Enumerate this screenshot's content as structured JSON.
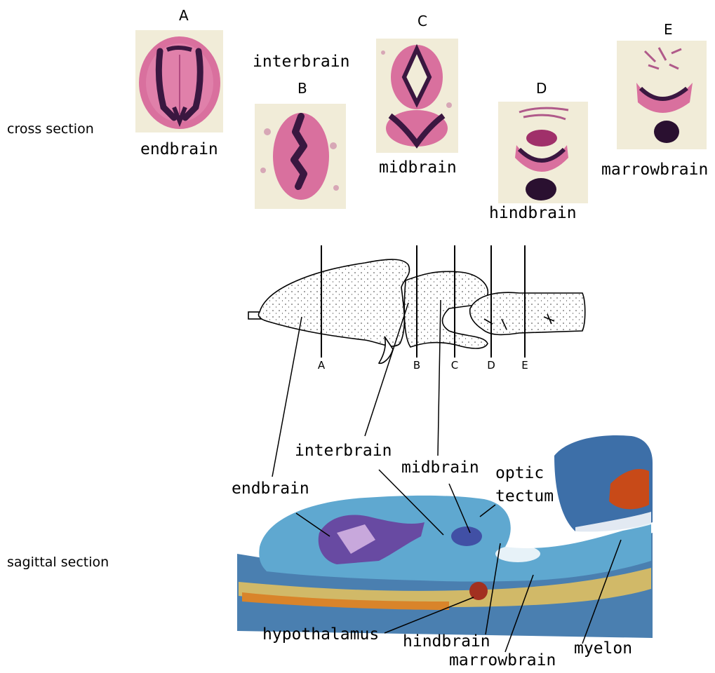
{
  "rows": {
    "cross": "cross section",
    "sagittal": "sagittal section"
  },
  "cross_sections": [
    {
      "letter": "A",
      "region": "endbrain"
    },
    {
      "letter": "B",
      "region": "interbrain"
    },
    {
      "letter": "C",
      "region": "midbrain"
    },
    {
      "letter": "D",
      "region": "hindbrain"
    },
    {
      "letter": "E",
      "region": "marrowbrain"
    }
  ],
  "cut_letters": [
    "A",
    "B",
    "C",
    "D",
    "E"
  ],
  "sagittal_labels": {
    "endbrain": "endbrain",
    "interbrain": "interbrain",
    "midbrain": "midbrain",
    "optic": "optic",
    "tectum": "tectum",
    "hypothalamus": "hypothalamus",
    "hindbrain": "hindbrain",
    "marrowbrain": "marrowbrain",
    "myelon": "myelon"
  },
  "colors": {
    "tissue_pink": "#d9709e",
    "tissue_dark": "#3a1740",
    "stain_blue": "#5fa8d0",
    "stain_purple": "#6a3a9a",
    "stain_orange": "#d9842a",
    "stain_red": "#a23020",
    "slide_bg": "#f1ecd8"
  }
}
